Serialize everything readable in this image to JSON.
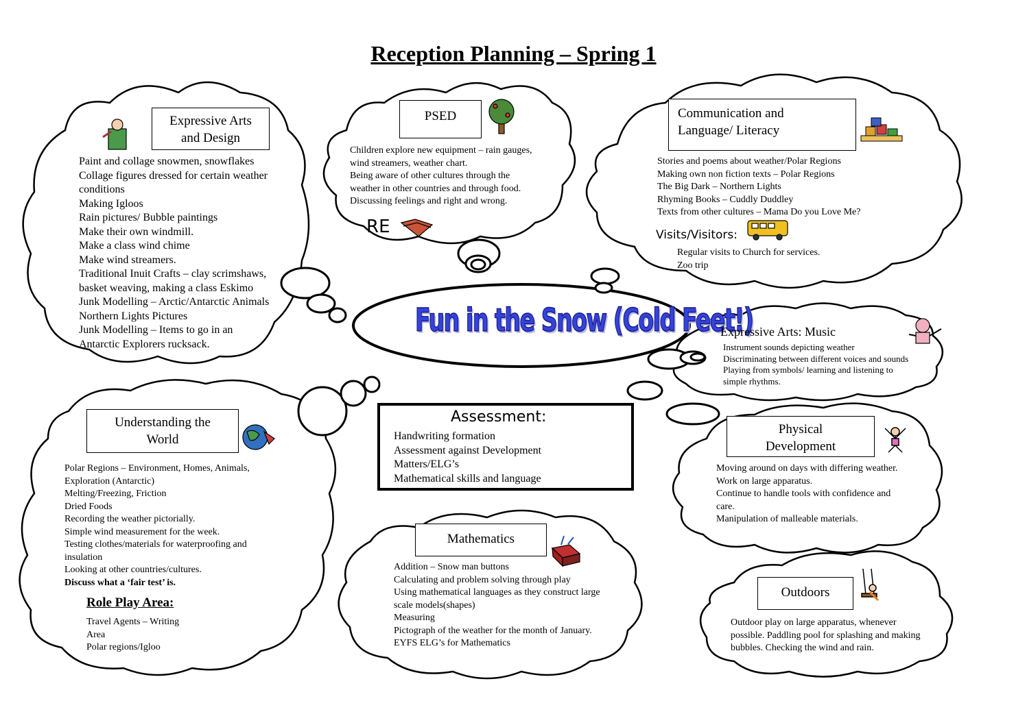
{
  "title": "Reception Planning – Spring 1",
  "center_topic": "Fun in the Snow (Cold Feet!)",
  "expressive_arts": {
    "heading": [
      "Expressive Arts",
      "and Design"
    ],
    "items": [
      "Paint and collage snowmen, snowflakes",
      "Collage figures dressed for certain weather",
      "conditions",
      "Making Igloos",
      "Rain pictures/ Bubble paintings",
      "Make their own windmill.",
      "Make a class wind chime",
      "Make wind streamers.",
      "Traditional Inuit Crafts – clay scrimshaws,",
      "basket weaving, making a class Eskimo",
      "Junk Modelling – Arctic/Antarctic Animals",
      "Northern Lights Pictures",
      "Junk Modelling – Items to go in an",
      "Antarctic Explorers rucksack."
    ]
  },
  "psed": {
    "heading": "PSED",
    "items": [
      "Children explore new equipment – rain gauges,",
      "wind streamers, weather chart.",
      "Being aware of other cultures through the",
      "weather in other countries and through food.",
      "Discussing feelings and right and wrong."
    ],
    "re_label": "RE"
  },
  "communication": {
    "heading": [
      "Communication and",
      "Language/ Literacy"
    ],
    "items": [
      "Stories and poems about weather/Polar Regions",
      "Making own non fiction texts – Polar Regions",
      "The Big Dark – Northern Lights",
      "Rhyming Books – Cuddly Duddley",
      "Texts from other cultures – Mama Do you Love Me?"
    ],
    "visits_heading": "Visits/Visitors:",
    "visits": [
      "Regular visits to Church for services.",
      "Zoo trip"
    ]
  },
  "music": {
    "heading": "Expressive Arts: Music",
    "items": [
      "Instrument sounds depicting weather",
      "Discriminating between different voices and sounds",
      "Playing from symbols/ learning and listening to",
      "simple rhythms."
    ]
  },
  "understanding": {
    "heading": [
      "Understanding the",
      "World"
    ],
    "items": [
      "Polar Regions – Environment, Homes, Animals,",
      "Exploration (Antarctic)",
      "Melting/Freezing, Friction",
      "Dried Foods",
      "Recording the weather pictorially.",
      "Simple wind measurement for the week.",
      "Testing clothes/materials for waterproofing and",
      "insulation",
      "Looking at other countries/cultures."
    ],
    "fair_test": "Discuss what a ‘fair test’ is.",
    "role_play_heading": "Role Play Area:",
    "role_play_items": [
      "Travel Agents – Writing",
      "Area",
      "Polar regions/Igloo"
    ]
  },
  "assessment": {
    "heading": "Assessment:",
    "items": [
      "Handwriting formation",
      "Assessment against Development",
      "Matters/ELG’s",
      "Mathematical skills and language"
    ]
  },
  "physical": {
    "heading": [
      "Physical",
      "Development"
    ],
    "items": [
      "Moving around on days with differing weather.",
      "Work on large apparatus.",
      "Continue to handle tools with confidence and",
      "care.",
      "Manipulation of malleable materials."
    ]
  },
  "mathematics": {
    "heading": "Mathematics",
    "items": [
      "Addition – Snow man buttons",
      "Calculating and problem solving through play",
      "Using mathematical languages as they construct large",
      "scale models(shapes)",
      "Measuring",
      "Pictograph of the weather for the month of January.",
      "EYFS ELG’s for Mathematics"
    ]
  },
  "outdoors": {
    "heading": "Outdoors",
    "items": [
      "Outdoor play on large apparatus, whenever",
      "possible. Paddling pool for splashing and making",
      "bubbles. Checking the wind and rain."
    ]
  }
}
